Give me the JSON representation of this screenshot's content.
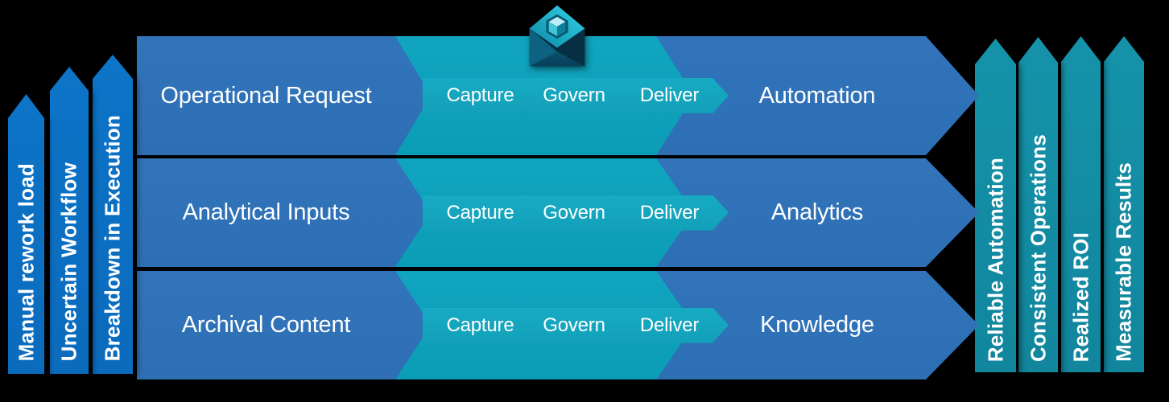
{
  "background": "#000000",
  "colors": {
    "background": "#000000",
    "pain_blue": "#0d74c7",
    "row_blue": "#2e6fb4",
    "process_teal": "#0c9db6",
    "strip_teal": "#12a0b9",
    "outcome_teal": "#1593aa",
    "text": "#ffffff"
  },
  "logo": {
    "icon": "envelope-cube-logo"
  },
  "pain_points": [
    {
      "label": "Manual rework load"
    },
    {
      "label": "Uncertain Workflow"
    },
    {
      "label": "Breakdown in Execution"
    }
  ],
  "rows": [
    {
      "input": "Operational Request",
      "stages": [
        "Capture",
        "Govern",
        "Deliver"
      ],
      "output": "Automation"
    },
    {
      "input": "Analytical Inputs",
      "stages": [
        "Capture",
        "Govern",
        "Deliver"
      ],
      "output": "Analytics"
    },
    {
      "input": "Archival Content",
      "stages": [
        "Capture",
        "Govern",
        "Deliver"
      ],
      "output": "Knowledge"
    }
  ],
  "outcomes": [
    {
      "label": "Reliable Automation"
    },
    {
      "label": "Consistent Operations"
    },
    {
      "label": "Realized ROI"
    },
    {
      "label": "Measurable Results"
    }
  ]
}
